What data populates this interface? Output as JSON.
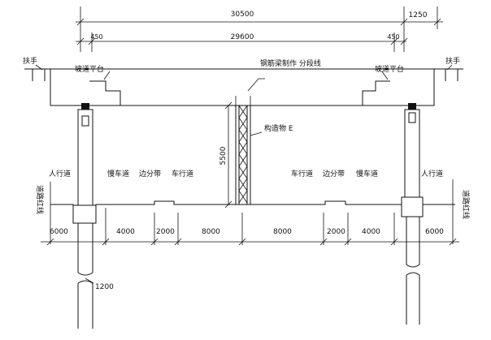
{
  "dimensions": {
    "total_span": "30500",
    "right_overhang": "1250",
    "left_edge": "450",
    "inner_span": "29600",
    "right_edge": "450",
    "structure_height": "5500",
    "pier_diameter": "1200",
    "road_widths": [
      "6000",
      "4000",
      "2000",
      "8000",
      "8000",
      "2000",
      "4000",
      "6000"
    ]
  },
  "labels": {
    "handrail_left": "扶手",
    "handrail_right": "扶手",
    "ramp_platform_left": "坡道平台",
    "ramp_platform_right": "坡道平台",
    "rebar_beam": "钢筋梁制作 分段线",
    "structure": "构造物 E",
    "road_red_line_left": "道路红线",
    "road_red_line_right": "道路红线"
  },
  "lanes": {
    "left": [
      "人行道",
      "慢车道",
      "边分带",
      "车行道"
    ],
    "right": [
      "车行道",
      "边分带",
      "慢车道",
      "人行道"
    ]
  }
}
